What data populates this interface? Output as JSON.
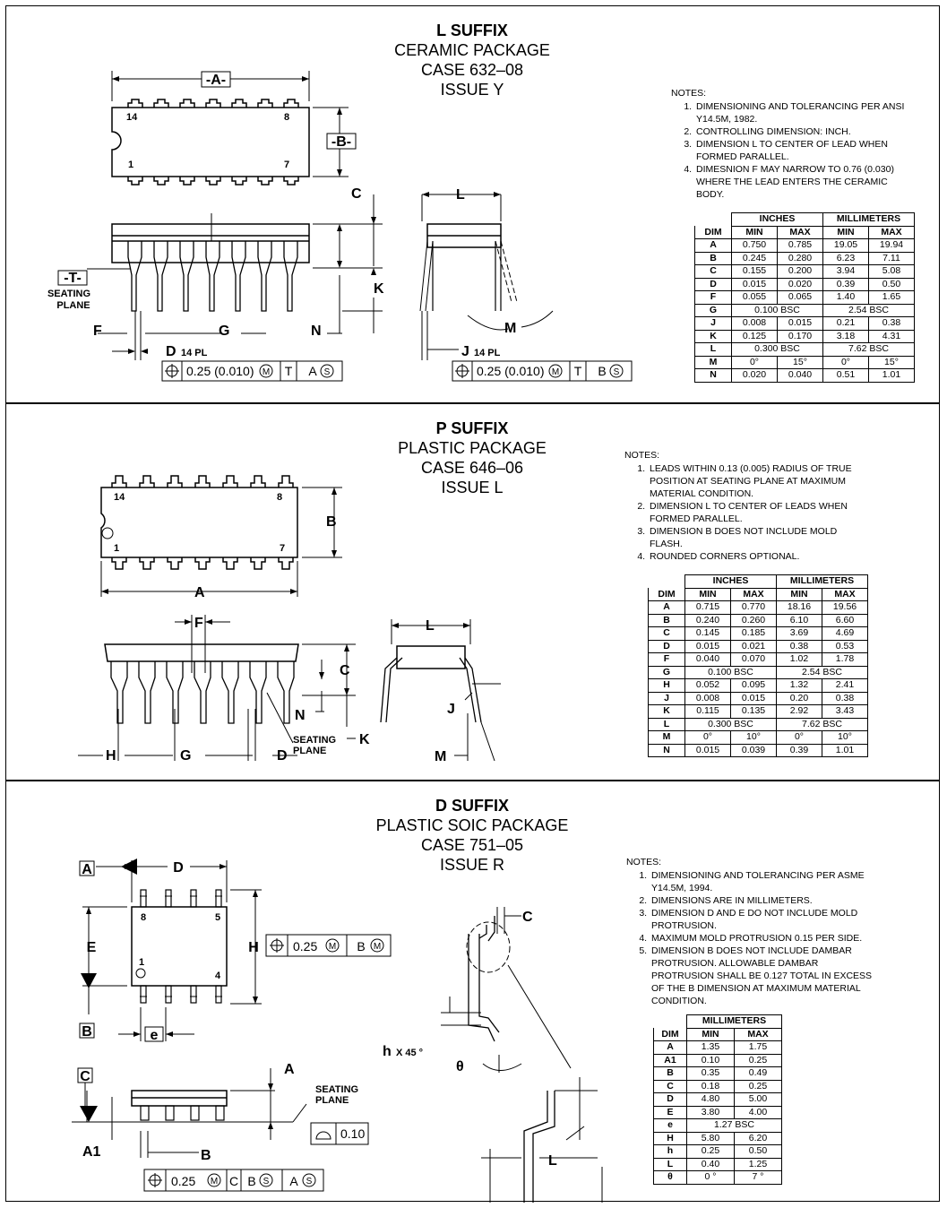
{
  "l_suffix": {
    "title": "L SUFFIX",
    "package": "CERAMIC PACKAGE",
    "case": "CASE 632–08",
    "issue": "ISSUE Y",
    "notes_title": "NOTES:",
    "notes": [
      "DIMENSIONING AND TOLERANCING PER ANSI Y14.5M, 1982.",
      "CONTROLLING DIMENSION: INCH.",
      "DIMENSION L TO CENTER OF LEAD WHEN FORMED PARALLEL.",
      "DIMESNION F MAY NARROW TO 0.76 (0.030) WHERE THE LEAD ENTERS THE CERAMIC BODY."
    ],
    "table": {
      "group_headers": [
        "INCHES",
        "MILLIMETERS"
      ],
      "col_headers": [
        "DIM",
        "MIN",
        "MAX",
        "MIN",
        "MAX"
      ],
      "rows": [
        [
          "A",
          "0.750",
          "0.785",
          "19.05",
          "19.94"
        ],
        [
          "B",
          "0.245",
          "0.280",
          "6.23",
          "7.11"
        ],
        [
          "C",
          "0.155",
          "0.200",
          "3.94",
          "5.08"
        ],
        [
          "D",
          "0.015",
          "0.020",
          "0.39",
          "0.50"
        ],
        [
          "F",
          "0.055",
          "0.065",
          "1.40",
          "1.65"
        ],
        [
          "G",
          "0.100 BSC",
          "",
          "2.54 BSC",
          ""
        ],
        [
          "J",
          "0.008",
          "0.015",
          "0.21",
          "0.38"
        ],
        [
          "K",
          "0.125",
          "0.170",
          "3.18",
          "4.31"
        ],
        [
          "L",
          "0.300 BSC",
          "",
          "7.62 BSC",
          ""
        ],
        [
          "M",
          "0°",
          "15°",
          "0°",
          "15°"
        ],
        [
          "N",
          "0.020",
          "0.040",
          "0.51",
          "1.01"
        ]
      ]
    },
    "labels": {
      "A": "-A-",
      "B": "-B-",
      "T": "-T-",
      "seating": "SEATING",
      "plane": "PLANE",
      "C": "C",
      "K": "K",
      "N": "N",
      "F": "F",
      "G": "G",
      "D": "D",
      "pl14": "14 PL",
      "L": "L",
      "M": "M",
      "J": "J",
      "pin14": "14",
      "pin8": "8",
      "pin1": "1",
      "pin7": "7"
    },
    "fcf_left": [
      "0.25 (0.010)",
      "M",
      "T",
      "A",
      "S"
    ],
    "fcf_right": [
      "0.25 (0.010)",
      "M",
      "T",
      "B",
      "S"
    ]
  },
  "p_suffix": {
    "title": "P SUFFIX",
    "package": "PLASTIC PACKAGE",
    "case": "CASE 646–06",
    "issue": "ISSUE L",
    "notes_title": "NOTES:",
    "notes": [
      "LEADS WITHIN 0.13 (0.005) RADIUS OF TRUE POSITION AT SEATING PLANE AT MAXIMUM MATERIAL CONDITION.",
      "DIMENSION L TO CENTER OF LEADS WHEN FORMED PARALLEL.",
      "DIMENSION B DOES NOT INCLUDE MOLD FLASH.",
      "ROUNDED CORNERS OPTIONAL."
    ],
    "table": {
      "group_headers": [
        "INCHES",
        "MILLIMETERS"
      ],
      "col_headers": [
        "DIM",
        "MIN",
        "MAX",
        "MIN",
        "MAX"
      ],
      "rows": [
        [
          "A",
          "0.715",
          "0.770",
          "18.16",
          "19.56"
        ],
        [
          "B",
          "0.240",
          "0.260",
          "6.10",
          "6.60"
        ],
        [
          "C",
          "0.145",
          "0.185",
          "3.69",
          "4.69"
        ],
        [
          "D",
          "0.015",
          "0.021",
          "0.38",
          "0.53"
        ],
        [
          "F",
          "0.040",
          "0.070",
          "1.02",
          "1.78"
        ],
        [
          "G",
          "0.100 BSC",
          "",
          "2.54 BSC",
          ""
        ],
        [
          "H",
          "0.052",
          "0.095",
          "1.32",
          "2.41"
        ],
        [
          "J",
          "0.008",
          "0.015",
          "0.20",
          "0.38"
        ],
        [
          "K",
          "0.115",
          "0.135",
          "2.92",
          "3.43"
        ],
        [
          "L",
          "0.300 BSC",
          "",
          "7.62 BSC",
          ""
        ],
        [
          "M",
          "0°",
          "10°",
          "0°",
          "10°"
        ],
        [
          "N",
          "0.015",
          "0.039",
          "0.39",
          "1.01"
        ]
      ]
    },
    "labels": {
      "A": "A",
      "B": "B",
      "C": "C",
      "F": "F",
      "L": "L",
      "N": "N",
      "J": "J",
      "H": "H",
      "G": "G",
      "D": "D",
      "K": "K",
      "M": "M",
      "seating": "SEATING",
      "plane": "PLANE",
      "pin14": "14",
      "pin8": "8",
      "pin1": "1",
      "pin7": "7"
    }
  },
  "d_suffix": {
    "title": "D SUFFIX",
    "package": "PLASTIC SOIC PACKAGE",
    "case": "CASE 751–05",
    "issue": "ISSUE R",
    "notes_title": "NOTES:",
    "notes": [
      "DIMENSIONING AND TOLERANCING PER ASME Y14.5M, 1994.",
      "DIMENSIONS ARE IN MILLIMETERS.",
      "DIMENSION D AND E DO NOT INCLUDE MOLD PROTRUSION.",
      "MAXIMUM MOLD PROTRUSION 0.15 PER SIDE.",
      "DIMENSION B DOES NOT INCLUDE DAMBAR PROTRUSION. ALLOWABLE DAMBAR PROTRUSION SHALL BE 0.127 TOTAL IN EXCESS OF THE B DIMENSION AT MAXIMUM MATERIAL CONDITION."
    ],
    "table": {
      "group_headers": [
        "MILLIMETERS"
      ],
      "col_headers": [
        "DIM",
        "MIN",
        "MAX"
      ],
      "rows": [
        [
          "A",
          "1.35",
          "1.75"
        ],
        [
          "A1",
          "0.10",
          "0.25"
        ],
        [
          "B",
          "0.35",
          "0.49"
        ],
        [
          "C",
          "0.18",
          "0.25"
        ],
        [
          "D",
          "4.80",
          "5.00"
        ],
        [
          "E",
          "3.80",
          "4.00"
        ],
        [
          "e",
          "1.27 BSC",
          ""
        ],
        [
          "H",
          "5.80",
          "6.20"
        ],
        [
          "h",
          "0.25",
          "0.50"
        ],
        [
          "L",
          "0.40",
          "1.25"
        ],
        [
          "θ",
          "0 °",
          "7 °"
        ]
      ]
    },
    "labels": {
      "A": "A",
      "B": "B",
      "C": "C",
      "D": "D",
      "E": "E",
      "H": "H",
      "e": "e",
      "h": "h",
      "x45": "X 45 °",
      "theta": "θ",
      "A1": "A1",
      "L": "L",
      "seating": "SEATING",
      "plane": "PLANE",
      "pin8": "8",
      "pin5": "5",
      "pin1": "1",
      "pin4": "4"
    },
    "fcf_top": [
      "0.25",
      "M",
      "B",
      "M"
    ],
    "fcf_bottom": [
      "0.25",
      "M",
      "C",
      "B",
      "S",
      "A",
      "S"
    ],
    "flatness": "0.10"
  }
}
